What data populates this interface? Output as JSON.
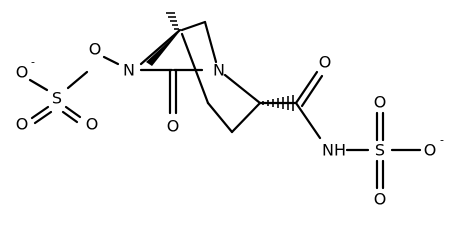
{
  "atoms": {
    "o_minus_left": "O",
    "o_minus_left_charge": "-",
    "o_ester": "O",
    "s_left": "S",
    "o_s_left_bottom": "O",
    "o_s_left_right": "O",
    "n_ring": "N",
    "o_lactam": "O",
    "n_bridge": "N",
    "o_amide": "O",
    "nh_amide": "NH",
    "s_right": "S",
    "o_minus_right": "O",
    "o_minus_right_charge": "-",
    "o_s_right_top": "O",
    "o_s_right_bottom": "O"
  }
}
